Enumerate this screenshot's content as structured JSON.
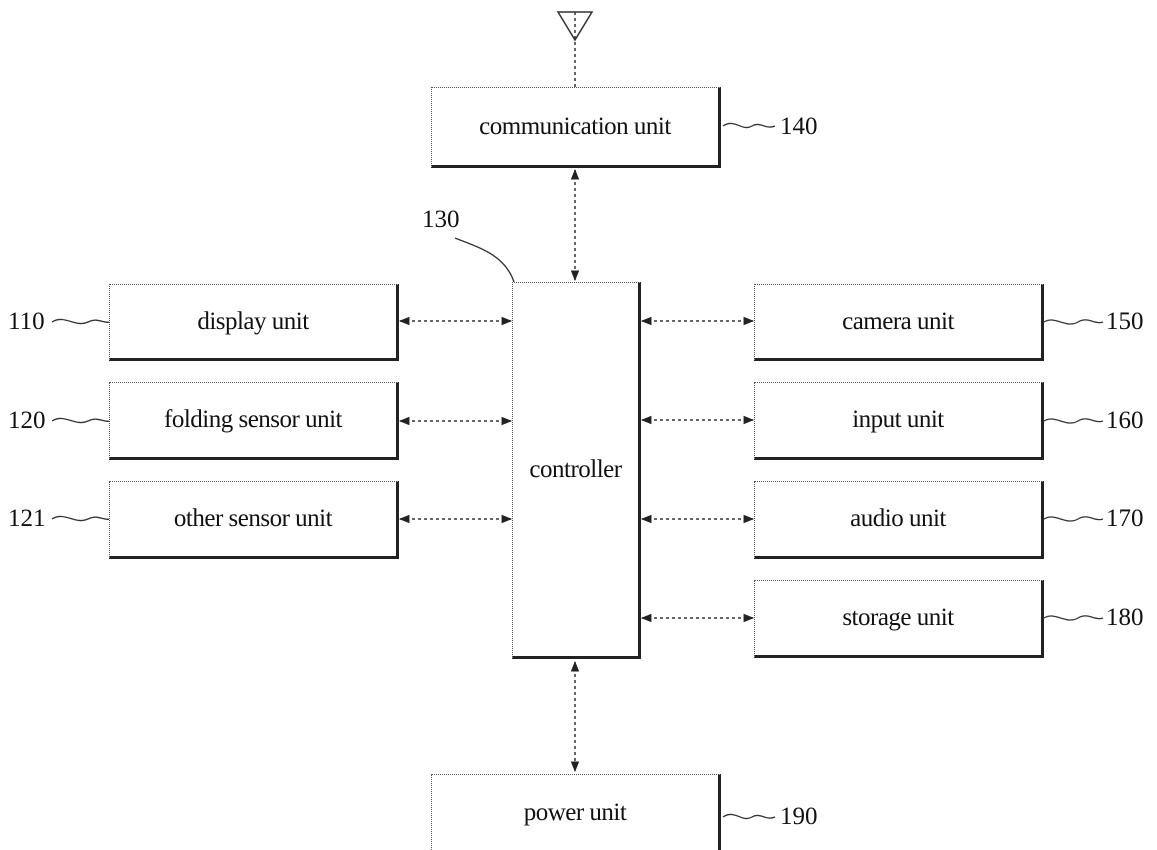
{
  "blocks": {
    "communication": {
      "label": "communication unit",
      "ref": "140"
    },
    "controller": {
      "label": "controller",
      "ref": "130"
    },
    "display": {
      "label": "display unit",
      "ref": "110"
    },
    "folding_sensor": {
      "label": "folding sensor unit",
      "ref": "120"
    },
    "other_sensor": {
      "label": "other sensor unit",
      "ref": "121"
    },
    "camera": {
      "label": "camera unit",
      "ref": "150"
    },
    "input": {
      "label": "input unit",
      "ref": "160"
    },
    "audio": {
      "label": "audio unit",
      "ref": "170"
    },
    "storage": {
      "label": "storage unit",
      "ref": "180"
    },
    "power": {
      "label": "power unit",
      "ref": "190"
    }
  },
  "icons": {
    "antenna": "antenna-icon"
  }
}
